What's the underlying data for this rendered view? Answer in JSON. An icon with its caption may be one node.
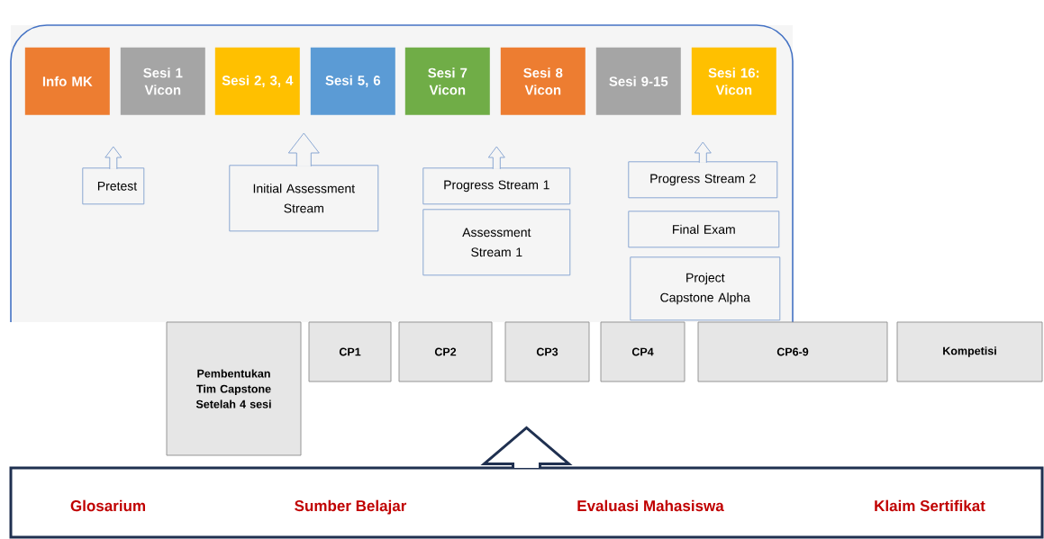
{
  "diagram": {
    "nodes": [
      {
        "text": [],
        "shape": "box"
      },
      {
        "text": [
          "Info MK"
        ],
        "in": 0
      },
      {
        "text": [
          "Sesi 1 Vicon"
        ],
        "in": 0
      },
      {
        "text": [
          "Sesi 2, 3, 4"
        ],
        "in": 0
      },
      {
        "text": [
          "Sesi 5, 6"
        ],
        "in": 0
      },
      {
        "text": [
          "Sesi 7 Vicon"
        ],
        "in": 0
      },
      {
        "text": [
          "Sesi 8 Vicon"
        ],
        "in": 0
      },
      {
        "text": [
          "Sesi 9-15"
        ],
        "in": 0
      },
      {
        "text": [
          "Sesi 16: Vicon"
        ],
        "in": 0
      },
      {
        "text": [
          "Pretest"
        ],
        "in": 0
      },
      {
        "text": [
          "Initial Assessment Stream"
        ],
        "in": 0
      },
      {
        "text": [
          "Progress Stream 1"
        ],
        "in": 0
      },
      {
        "text": [
          "Assessment Stream 1"
        ],
        "in": 0
      },
      {
        "text": [
          "Progress Stream 2"
        ],
        "in": 0
      },
      {
        "text": [
          "Final Exam"
        ],
        "in": 0
      },
      {
        "text": [
          "Project Capstone Alpha"
        ],
        "in": 0
      },
      {
        "text": [
          "Pembentukan Tim Capstone Setelah 4 sesi"
        ]
      },
      {
        "text": [
          "CP1"
        ]
      },
      {
        "text": [
          "CP2"
        ]
      },
      {
        "text": [
          "CP3"
        ]
      },
      {
        "text": [
          "CP4"
        ]
      },
      {
        "text": [
          "CP6-9"
        ]
      },
      {
        "text": [
          "Kompetisi"
        ]
      },
      {
        "text": [
          "Glosarium",
          "Sumber Belajar",
          "Evaluasi Mahasiswa",
          "Klaim Sertifikat"
        ]
      }
    ],
    "edges": [
      {
        "from": 9,
        "to": 1,
        "arrow": "to"
      },
      {
        "from": 10,
        "to": 3,
        "arrow": "to"
      },
      {
        "from": 11,
        "to": 5,
        "arrow": "to"
      },
      {
        "from": 13,
        "to": 8,
        "arrow": "to"
      },
      {
        "from": 23,
        "to": 19,
        "arrow": "to",
        "style": "thick",
        "color": "#1f3050"
      }
    ]
  }
}
